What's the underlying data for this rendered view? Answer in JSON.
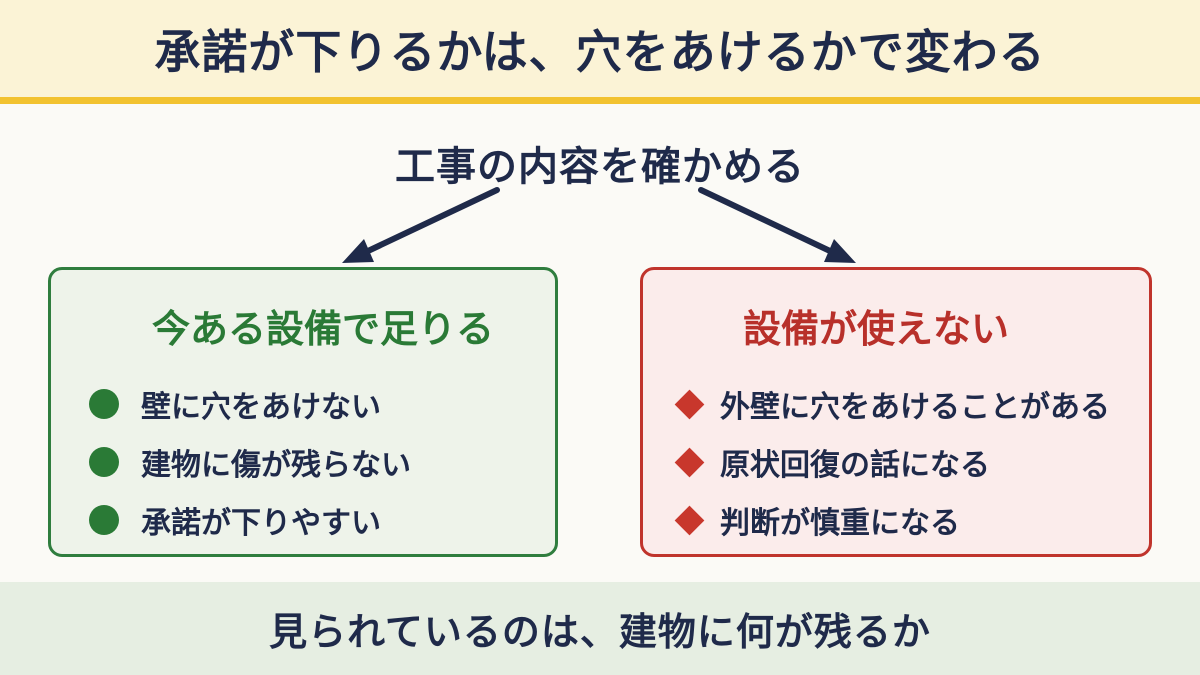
{
  "header": {
    "title": "承諾が下りるかは、穴をあけるかで変わる"
  },
  "question": {
    "text": "工事の内容を確かめる"
  },
  "left_box": {
    "heading": "今ある設備で足りる",
    "items": [
      "壁に穴をあけない",
      "建物に傷が残らない",
      "承諾が下りやすい"
    ]
  },
  "right_box": {
    "heading": "設備が使えない",
    "items": [
      "外壁に穴をあけることがある",
      "原状回復の話になる",
      "判断が慎重になる"
    ]
  },
  "footer": {
    "text": "見られているのは、建物に何が残るか"
  },
  "colors": {
    "navy": "#1f2a4a",
    "header_bg": "#fbf3d6",
    "header_rule": "#f2c230",
    "green": "#2a7a36",
    "red": "#c0342c",
    "footer_bg": "#e6eee2"
  },
  "icons": {
    "left_bullet": "green-circle-icon",
    "right_bullet": "red-diamond-icon",
    "arrows": "arrow-down-left-icon, arrow-down-right-icon"
  }
}
